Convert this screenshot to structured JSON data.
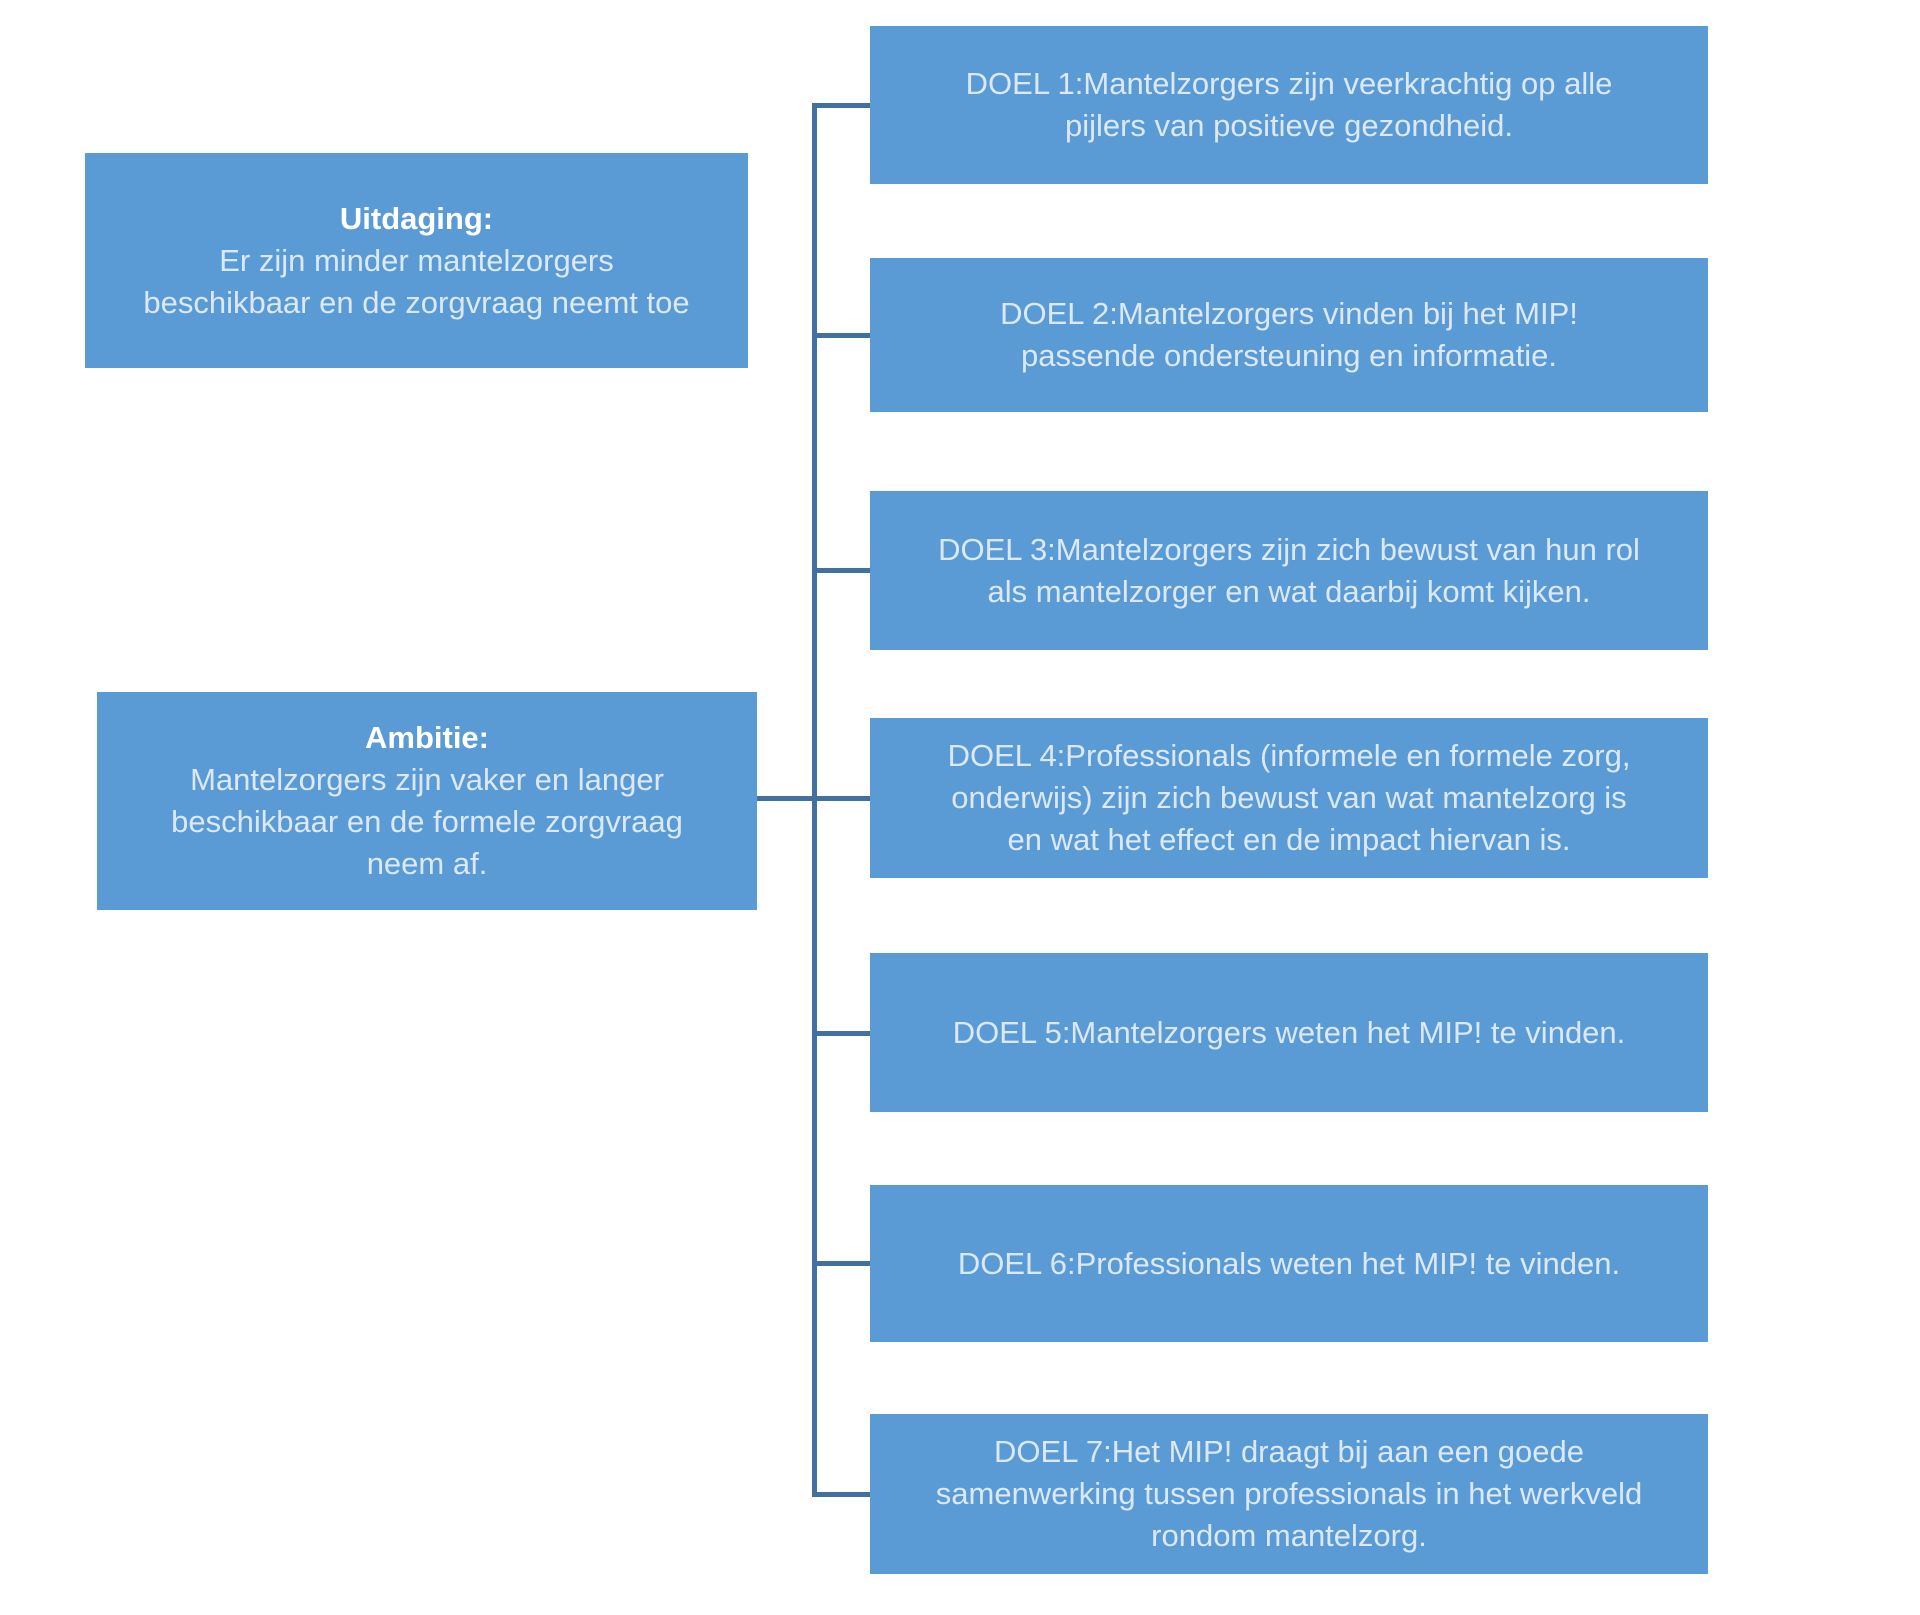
{
  "diagram": {
    "colors": {
      "background": "#ffffff",
      "box-fill": "#5b9bd5",
      "connector": "#41719c",
      "heading-text": "#ffffff",
      "body-text": "#dbe8f6"
    },
    "challenge": {
      "title": "Uitdaging:",
      "lines": [
        "Er zijn minder mantelzorgers",
        "beschikbaar en de zorgvraag neemt toe"
      ]
    },
    "ambition": {
      "title": "Ambitie:",
      "lines": [
        "Mantelzorgers zijn vaker en langer",
        "beschikbaar en de formele zorgvraag",
        "neem af."
      ]
    },
    "goals": [
      {
        "id": "DOEL 1",
        "lines": [
          "DOEL 1:Mantelzorgers zijn veerkrachtig op alle",
          "pijlers van positieve gezondheid."
        ]
      },
      {
        "id": "DOEL 2",
        "lines": [
          "DOEL 2:Mantelzorgers vinden bij het MIP!",
          "passende ondersteuning en informatie."
        ]
      },
      {
        "id": "DOEL 3",
        "lines": [
          "DOEL 3:Mantelzorgers zijn zich bewust van hun rol",
          "als mantelzorger en wat daarbij komt kijken."
        ]
      },
      {
        "id": "DOEL 4",
        "lines": [
          "DOEL 4:Professionals (informele en formele zorg,",
          "onderwijs) zijn zich bewust van wat mantelzorg is",
          "en wat het effect en de impact hiervan is."
        ]
      },
      {
        "id": "DOEL 5",
        "lines": [
          "DOEL 5:Mantelzorgers weten het MIP! te vinden."
        ]
      },
      {
        "id": "DOEL 6",
        "lines": [
          "DOEL 6:Professionals weten het MIP! te vinden."
        ]
      },
      {
        "id": "DOEL 7",
        "lines": [
          "DOEL 7:Het MIP! draagt bij aan een goede",
          "samenwerking tussen professionals in het werkveld",
          "rondom mantelzorg."
        ]
      }
    ]
  }
}
